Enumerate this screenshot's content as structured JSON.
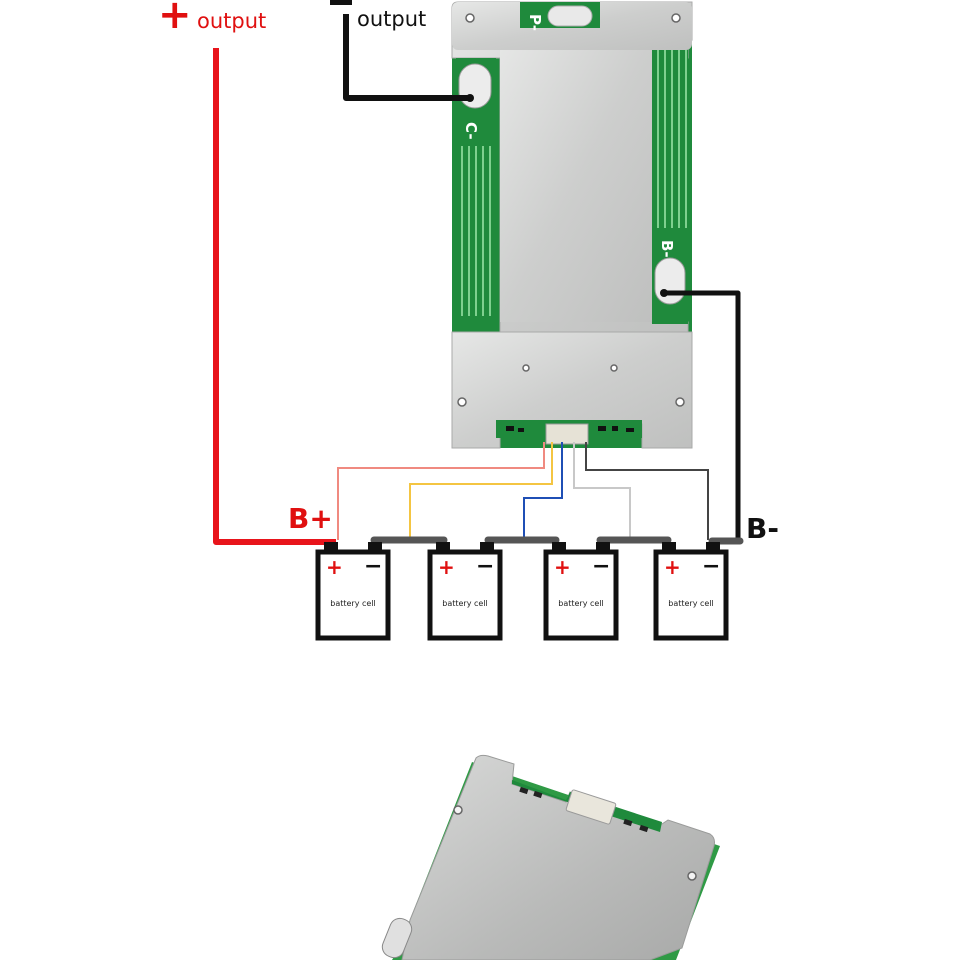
{
  "labels": {
    "pos_symbol": "+",
    "pos_output": "output",
    "neg_output": "output",
    "b_plus": "B+",
    "b_minus": "B-"
  },
  "board_pads": {
    "p_minus": "P-",
    "c_minus": "C-",
    "b_minus": "B-"
  },
  "cells": [
    {
      "plus": "+",
      "minus": "−",
      "label": "battery cell"
    },
    {
      "plus": "+",
      "minus": "−",
      "label": "battery cell"
    },
    {
      "plus": "+",
      "minus": "−",
      "label": "battery cell"
    },
    {
      "plus": "+",
      "minus": "−",
      "label": "battery cell"
    }
  ],
  "colors": {
    "positive_wire": "#e8141b",
    "negative_wire": "#111111",
    "balance_wire_1": "#f08a80",
    "balance_wire_2": "#f4c542",
    "balance_wire_3": "#1f4fb5",
    "balance_wire_4": "#c8c8c8",
    "pcb_green": "#1f8a3c",
    "shield_silver": "#cfd0cf",
    "cell_link": "#555555"
  }
}
